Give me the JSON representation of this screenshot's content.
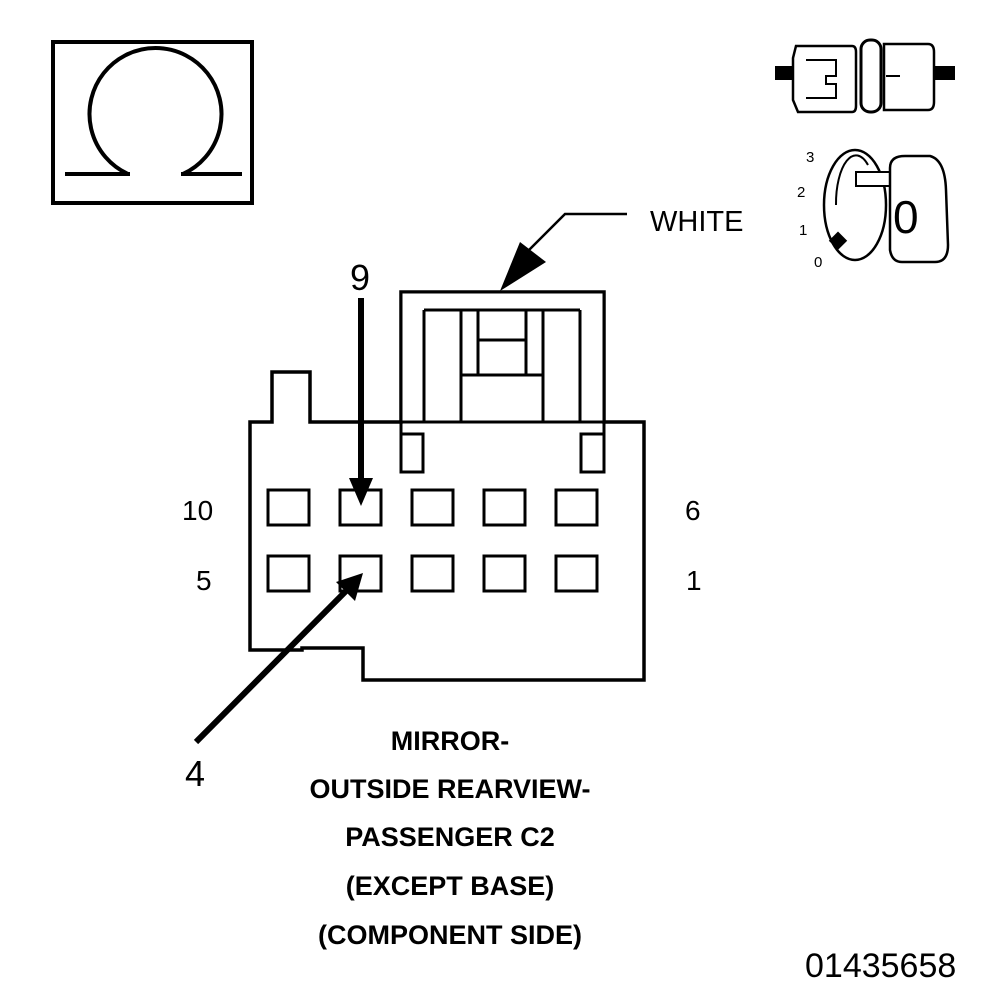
{
  "meter_icon": {
    "symbol": "Ω",
    "name": "ohmmeter-icon"
  },
  "ignition": {
    "key_positions": [
      "3",
      "2",
      "1",
      "0"
    ],
    "key_label": "0"
  },
  "connector": {
    "color_label": "WHITE",
    "row_labels": {
      "top_left": "10",
      "top_right": "6",
      "bottom_left": "5",
      "bottom_right": "1"
    },
    "callouts": {
      "upper": "9",
      "lower": "4"
    }
  },
  "title_lines": [
    "MIRROR-",
    "OUTSIDE REARVIEW-",
    "PASSENGER C2",
    "(EXCEPT BASE)",
    "(COMPONENT SIDE)"
  ],
  "figure_id": "01435658"
}
